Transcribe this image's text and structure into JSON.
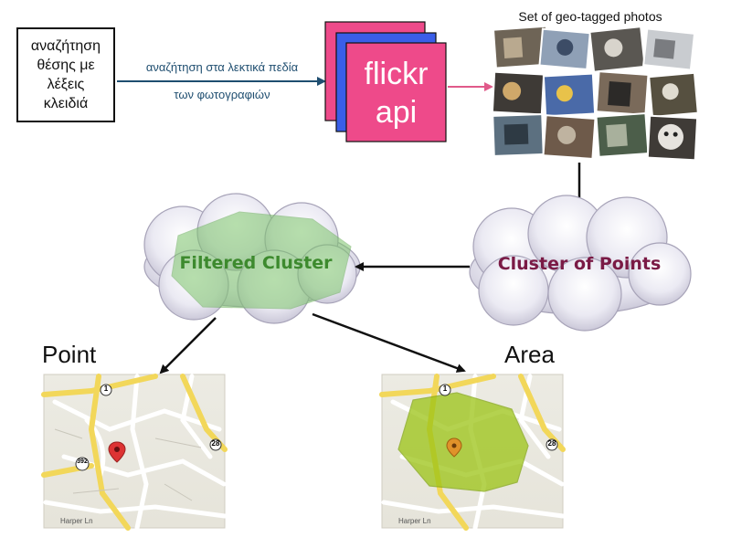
{
  "keyword_box": {
    "line1": "αναζήτηση",
    "line2": "θέσης με",
    "line3": "λέξεις",
    "line4": "κλειδιά"
  },
  "search_edge": {
    "line1": "αναζήτηση στα λεκτικά πεδία",
    "line2": "των φωτογραφιών"
  },
  "flickr": {
    "line1": "flickr",
    "line2": "api"
  },
  "photos": {
    "title": "Set of geo-tagged photos"
  },
  "clouds": {
    "filtered": "Filtered Cluster",
    "points": "Cluster of Points"
  },
  "maps": {
    "point_title": "Point",
    "area_title": "Area"
  },
  "map_labels": {
    "route_1": "1",
    "route_28": "28",
    "route_392": "392",
    "harper": "Harper Ln"
  },
  "colors": {
    "edge_label": "#1f4e70",
    "flickr_pink": "#ee4a8a",
    "flickr_blue": "#3a5ee8",
    "filtered_label": "#3d8a2e",
    "points_label": "#7a1a45",
    "area_fill": "#9cc415",
    "pink_arrow": "#e05a8a",
    "arrow": "#111111"
  }
}
